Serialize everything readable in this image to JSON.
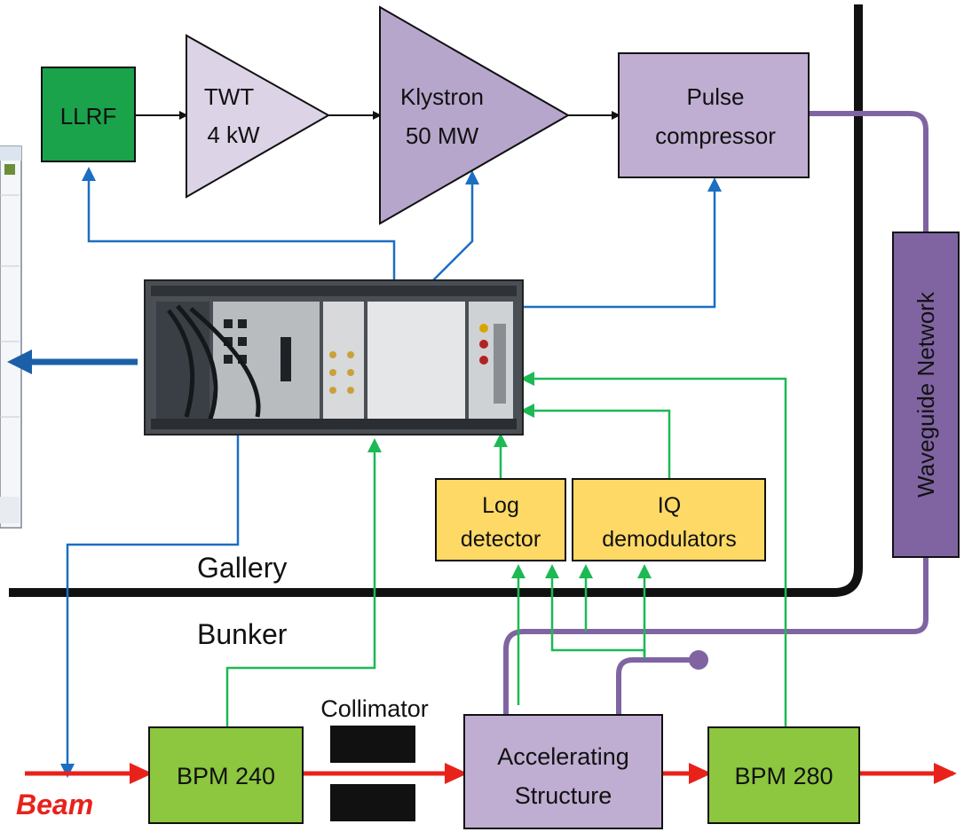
{
  "blocks": {
    "llrf": "LLRF",
    "twt": [
      "TWT",
      "4 kW"
    ],
    "klystron": [
      "Klystron",
      "50 MW"
    ],
    "pulse_compressor": [
      "Pulse",
      "compressor"
    ],
    "log_detector": [
      "Log",
      "detector"
    ],
    "iq_demodulators": [
      "IQ",
      "demodulators"
    ],
    "bpm_240": "BPM 240",
    "accelerating_structure": [
      "Accelerating",
      "Structure"
    ],
    "bpm_280": "BPM 280",
    "waveguide_network": "Waveguide Network"
  },
  "zones": {
    "gallery": "Gallery",
    "bunker": "Bunker"
  },
  "labels": {
    "collimator": "Collimator",
    "beam": "Beam"
  },
  "colors": {
    "llrf_green": "#1aa34a",
    "bpm_green": "#8dc63f",
    "twt_lavender": "#dcd3e6",
    "klystron_purple": "#b7a6cc",
    "compressor_purple": "#bfaed2",
    "waveguide_purple": "#8064a2",
    "detector_yellow": "#ffd966",
    "control_blue": "#1b6ec2",
    "signal_green": "#1db954",
    "beam_red": "#e8221b"
  }
}
